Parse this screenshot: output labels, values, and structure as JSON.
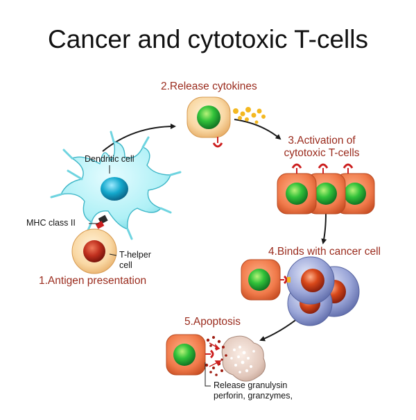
{
  "title": "Cancer and cytotoxic T-cells",
  "steps": {
    "s1": "1.Antigen presentation",
    "s2": "2.Release cytokines",
    "s3_line1": "3.Activation of",
    "s3_line2": "cytotoxic T-cells",
    "s4": "4.Binds with cancer cell",
    "s5": "5.Apoptosis"
  },
  "labels": {
    "dendritic_cell": "Dendritic cell",
    "mhc_class_ii": "MHC class II",
    "t_helper_line1": "T-helper",
    "t_helper_line2": "cell",
    "release_line1": "Release granulysin",
    "release_line2": "perforin, granzymes,"
  },
  "colors": {
    "step_text": "#9a2b1d",
    "t_helper_body": "#f6cf98",
    "t_helper_nucleus": "#c0301f",
    "dendritic_body": "#aef0f6",
    "dendritic_nucleus": "#14a8cc",
    "cytotoxic_body": "#f07a4a",
    "cytotoxic_nucleus": "#1ea83a",
    "cancer_body": "#9ba6d8",
    "cancer_nucleus": "#d8481a",
    "receptor": "#cc1f1f",
    "cytokine": "#f4b820"
  }
}
